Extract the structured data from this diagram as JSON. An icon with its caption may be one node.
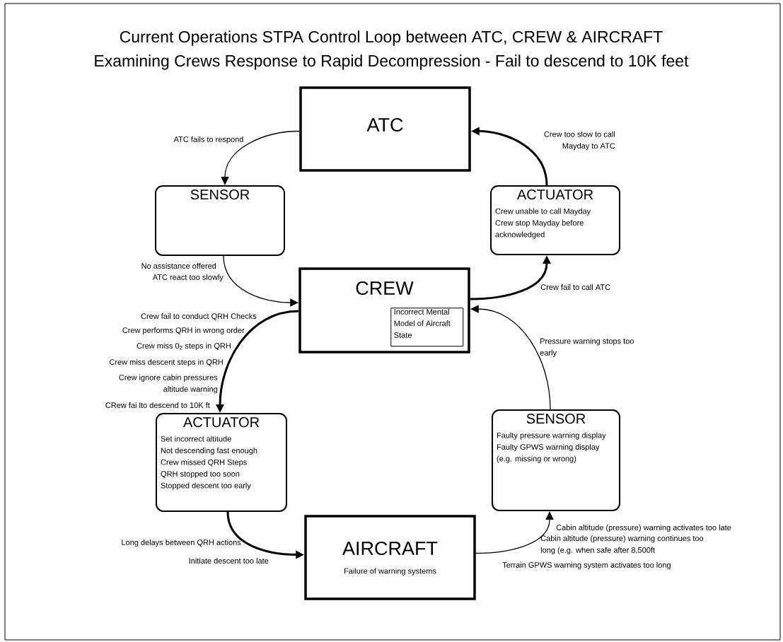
{
  "diagram": {
    "title": "Current Operations STPA Control Loop between ATC, CREW & AIRCRAFT",
    "nodes": [
      {
        "text": [
          "ATC"
        ]
      },
      {
        "text": [
          "SENSOR"
        ]
      },
      {
        "text": [
          "ACTUATOR",
          "Crew unable to call Mayday",
          "Crew stop Mayday before acknowledged"
        ]
      },
      {
        "text": [
          "CREW"
        ]
      },
      {
        "text": [
          "Incorrect Mental Model of Aircraft State"
        ],
        "in": 3
      },
      {
        "text": [
          "ACTUATOR",
          "Set incorrect altitude",
          "Not descending fast enough",
          "Crew missed QRH Steps",
          "QRH stopped too soon",
          "Stopped descent too early"
        ]
      },
      {
        "text": [
          "SENSOR",
          "Faulty pressure warning display",
          "Faulty GPWS warning display (e.g. missing or wrong)"
        ]
      },
      {
        "text": [
          "AIRCRAFT",
          "Failure of warning systems"
        ]
      }
    ],
    "edges": [
      {
        "from": 0,
        "to": 1,
        "arrow": "to",
        "label": "ATC fails to respond"
      },
      {
        "from": 1,
        "to": 3,
        "arrow": "to"
      },
      {
        "from": 3,
        "to": 2,
        "arrow": "to",
        "style": "thick",
        "label": "Crew fail to call ATC"
      },
      {
        "from": 2,
        "to": 0,
        "arrow": "to",
        "style": "thick",
        "label": "Crew too slow to call Mayday to ATC"
      },
      {
        "from": 3,
        "to": 5,
        "arrow": "to",
        "style": "thick"
      },
      {
        "from": 5,
        "to": 7,
        "arrow": "to",
        "style": "thick"
      },
      {
        "from": 7,
        "to": 6,
        "arrow": "to"
      },
      {
        "from": 6,
        "to": 3,
        "arrow": "to",
        "label": "Pressure warning stops too early"
      }
    ],
    "labels": [
      "Examining Crews Response to Rapid Decompression - Fail to descend to 10K feet",
      "No assistance offered",
      "ATC react too slowly",
      "Crew fail to conduct QRH Checks",
      "Crew performs QRH in wrong order",
      "Crew miss 0$_{2}$ steps in QRH",
      "Crew miss descent steps in QRH",
      "Crew ignore cabin pressures altitude warning",
      "CRew fai lto descend to 10K ft",
      "Cabin altitude (pressure) warning activates too late",
      "Long delays between QRH actions",
      "Cabin altitude (pressure) warning continues too long (e.g. when safe after 8,500ft",
      "Initiate descent too late",
      "Terrain GPWS warning system activates too long"
    ]
  }
}
